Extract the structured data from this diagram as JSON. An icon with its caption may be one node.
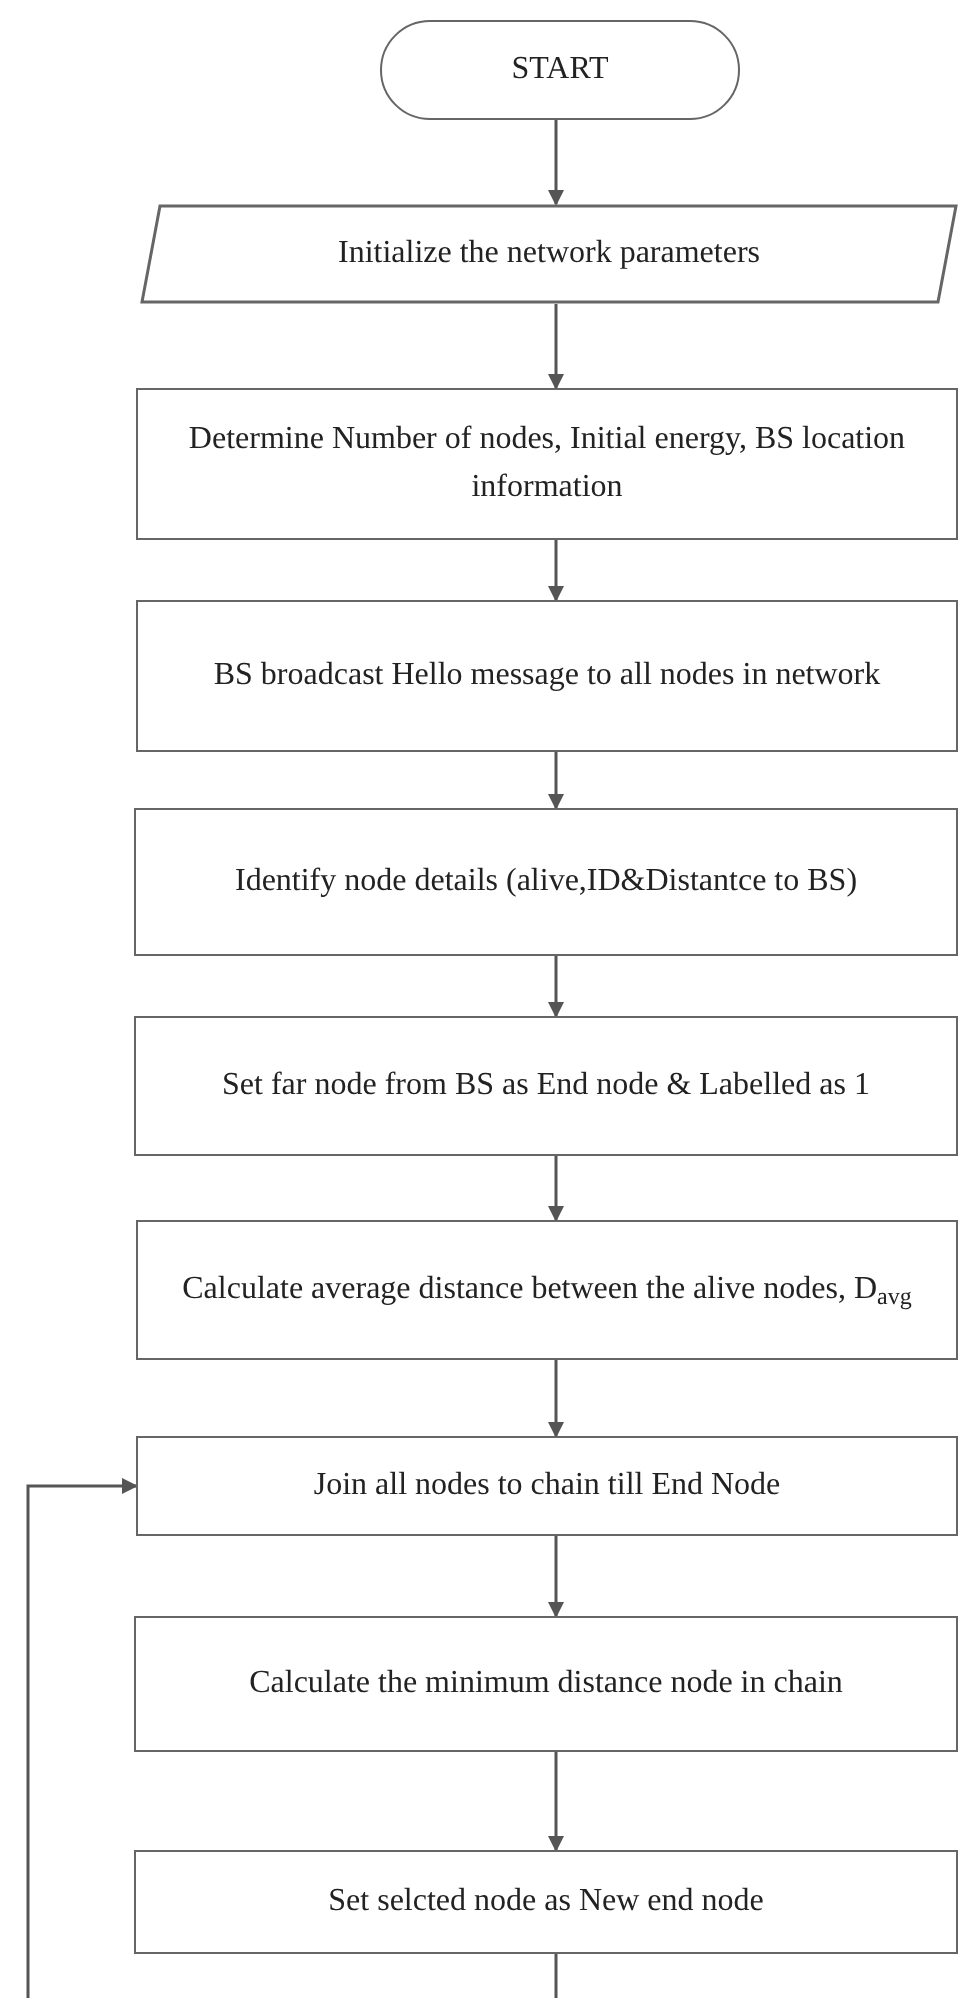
{
  "diagram": {
    "nodes": [
      {
        "text": [
          "START"
        ]
      },
      {
        "text": [
          "Initialize the network parameters"
        ]
      },
      {
        "text": [
          "Determine Number of nodes, Initial energy, BS location information"
        ]
      },
      {
        "text": [
          "BS broadcast Hello message to all nodes in network"
        ]
      },
      {
        "text": [
          "Identify node details (alive,ID&Distantce to  BS)"
        ]
      },
      {
        "text": [
          "Set far node from BS as End node & Labelled as 1"
        ]
      },
      {
        "text": [
          "Calculate average distance between the alive nodes, D$_{avg}$"
        ]
      },
      {
        "text": [
          "Join all nodes to chain till End Node"
        ]
      },
      {
        "text": [
          "Calculate the minimum distance node in chain"
        ]
      },
      {
        "text": [
          "Set selcted node as New end node"
        ]
      }
    ],
    "edges": [
      {
        "from": 0,
        "to": 1,
        "arrow": "to"
      },
      {
        "from": 1,
        "to": 2,
        "arrow": "to"
      },
      {
        "from": 2,
        "to": 3,
        "arrow": "to"
      },
      {
        "from": 3,
        "to": 4,
        "arrow": "to"
      },
      {
        "from": 4,
        "to": 5,
        "arrow": "to"
      },
      {
        "from": 5,
        "to": 6,
        "arrow": "to"
      },
      {
        "from": 6,
        "to": 7,
        "arrow": "to"
      },
      {
        "from": 7,
        "to": 8,
        "arrow": "to"
      },
      {
        "from": 8,
        "to": 9,
        "arrow": "to"
      },
      {
        "from": 9,
        "to": null,
        "arrow": "none"
      },
      {
        "from": null,
        "to": 7,
        "arrow": "to"
      }
    ]
  }
}
